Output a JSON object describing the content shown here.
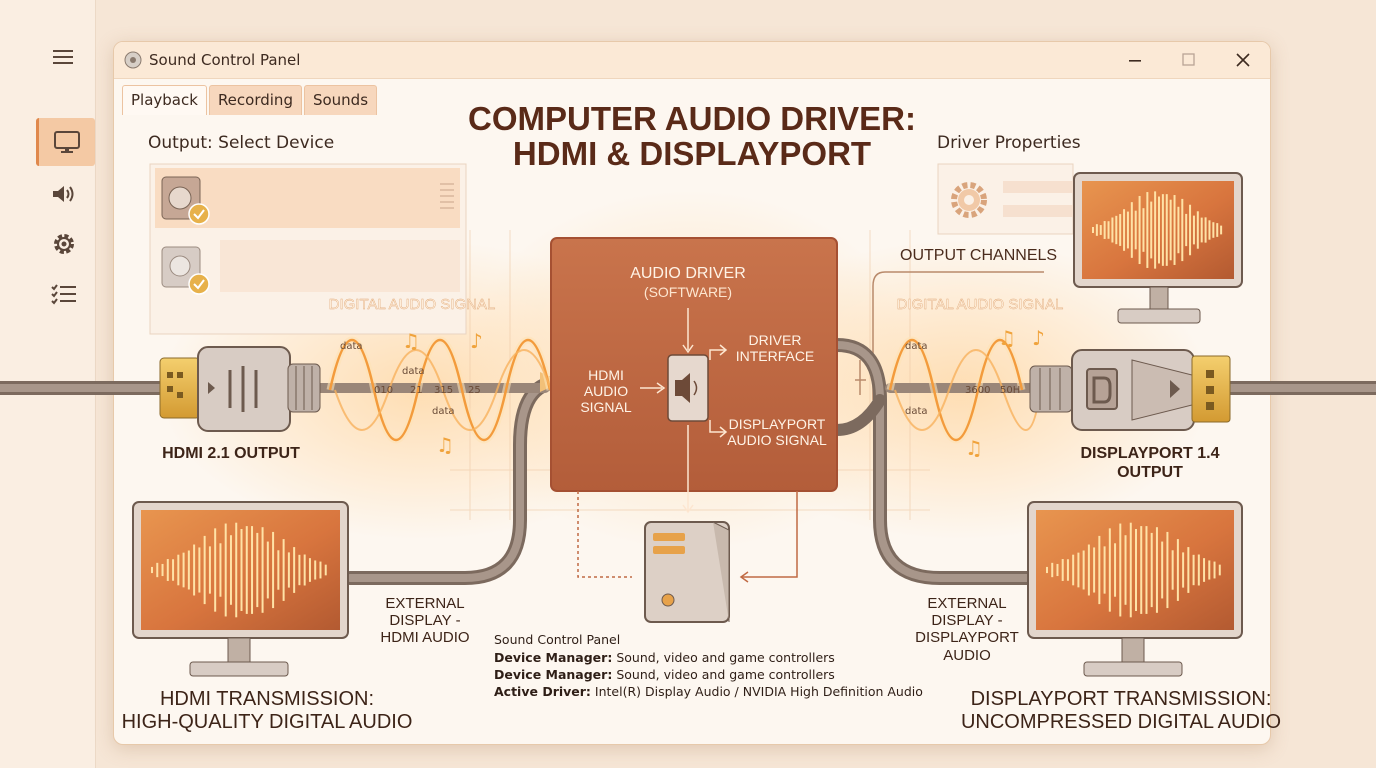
{
  "window": {
    "title": "Sound Control Panel"
  },
  "tabs": [
    "Playback",
    "Recording",
    "Sounds"
  ],
  "main_title": {
    "line1": "COMPUTER AUDIO DRIVER:",
    "line2": "HDMI & DISPLAYPORT"
  },
  "output": {
    "heading": "Output: Select Device"
  },
  "driver_properties": {
    "heading": "Driver Properties"
  },
  "driver_box": {
    "title": "AUDIO DRIVER",
    "subtitle": "(SOFTWARE)",
    "hdmi_signal": [
      "HDMI",
      "AUDIO",
      "SIGNAL"
    ],
    "driver_interface": [
      "DRIVER",
      "INTERFACE"
    ],
    "dp_signal": [
      "DISPLAYPORT",
      "AUDIO SIGNAL"
    ]
  },
  "labels": {
    "output_channels": "OUTPUT CHANNELS",
    "digital_audio_left": "DIGITAL AUDIO SIGNAL",
    "digital_audio_right": "DIGITAL AUDIO SIGNAL",
    "hdmi_output": "HDMI 2.1 OUTPUT",
    "dp_output": [
      "DISPLAYPORT 1.4",
      "OUTPUT"
    ],
    "ext_hdmi": [
      "EXTERNAL",
      "DISPLAY -",
      "HDMI AUDIO"
    ],
    "ext_dp": [
      "EXTERNAL",
      "DISPLAY -",
      "DISPLAYPORT",
      "AUDIO"
    ]
  },
  "wave_text_left": {
    "data1": "data",
    "data2": "data",
    "data3": "data",
    "n1": "010",
    "n2": "21",
    "n3": "315",
    "n4": "25"
  },
  "wave_text_right": {
    "data1": "data",
    "data2": "data",
    "n1": "3600",
    "n2": "50H"
  },
  "info": {
    "line1": "Sound Control Panel",
    "line2_label": "Device Manager:",
    "line2_value": "Sound, video and game controllers",
    "line3_label": "Device Manager:",
    "line3_value": "Sound, video and game controllers",
    "line4_label": "Active Driver:",
    "line4_value": "Intel(R) Display Audio / NVIDIA High Definition Audio"
  },
  "captions": {
    "hdmi": [
      "HDMI TRANSMISSION:",
      "HIGH-QUALITY DIGITAL AUDIO"
    ],
    "dp": [
      "DISPLAYPORT TRANSMISSION:",
      "UNCOMPRESSED DIGITAL AUDIO"
    ]
  },
  "icons": [
    "menu-icon",
    "monitor-icon",
    "speaker-icon",
    "gear-icon",
    "checklist-icon",
    "minimize-icon",
    "maximize-icon",
    "close-icon"
  ],
  "colors": {
    "accent": "#e0884c",
    "driver_box": "#c8714a",
    "wave": "#f7a94a",
    "cable": "#9a8678",
    "connector_gold": "#e8b34a"
  }
}
